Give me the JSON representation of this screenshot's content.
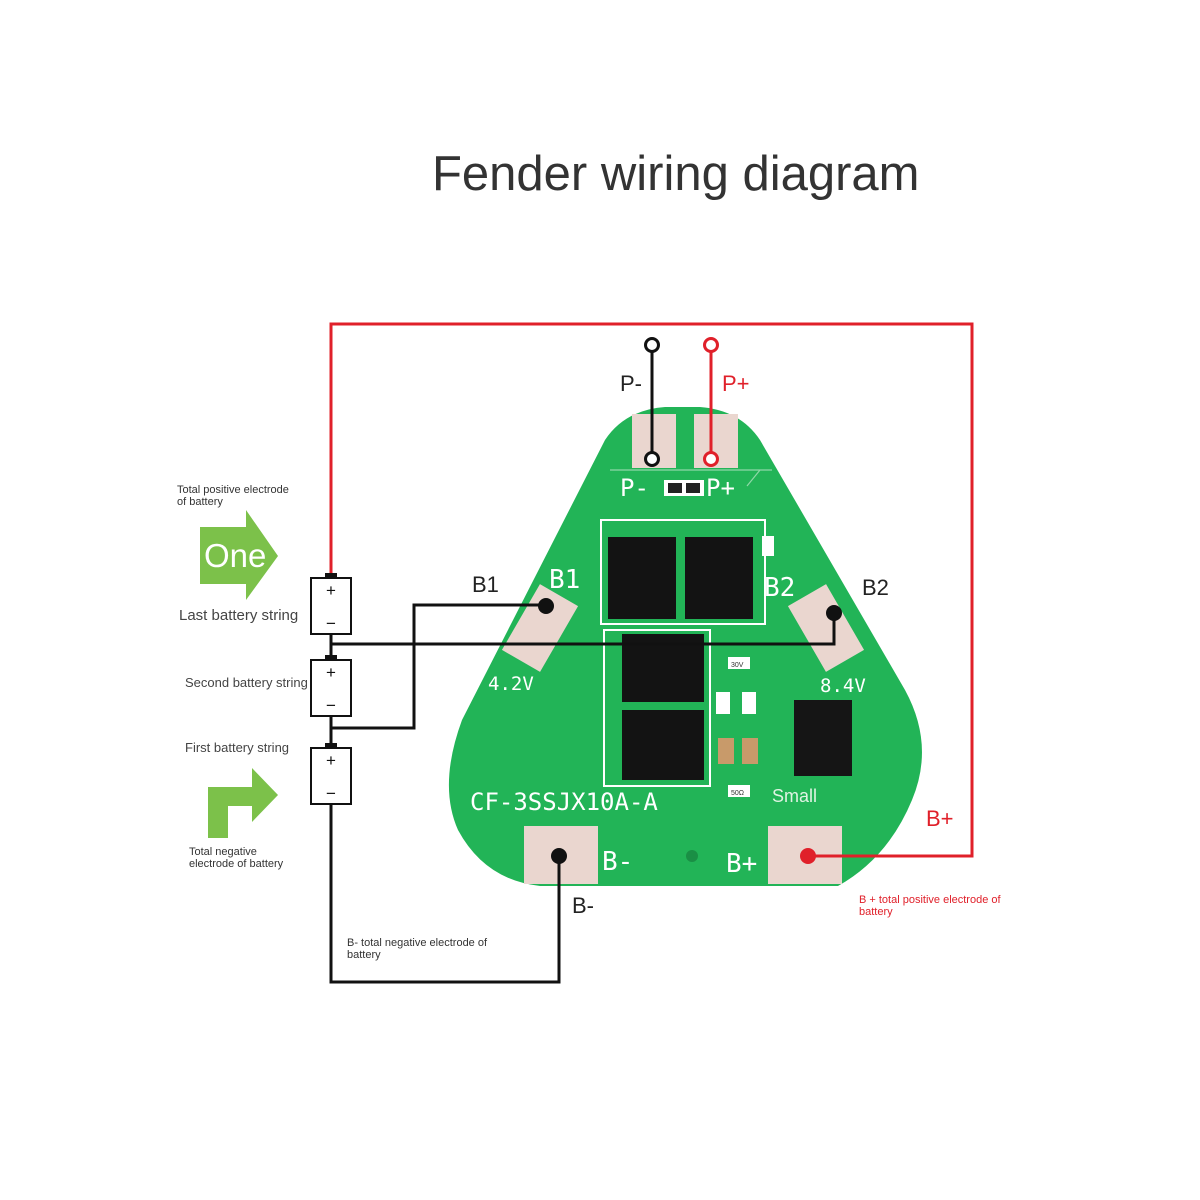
{
  "title": "Fender wiring diagram",
  "colors": {
    "board": "#22b457",
    "wire_positive": "#e0202a",
    "wire_negative": "#111111",
    "arrow": "#7cc14a",
    "pad": "#ead6cf"
  },
  "terminals": {
    "p_minus": "P-",
    "p_plus": "P+",
    "b1": "B1",
    "b2": "B2",
    "b_minus": "B-",
    "b_plus": "B+"
  },
  "board": {
    "model": "CF-3SSJX10A-A",
    "silk_p": "P-",
    "silk_p_plus": "P+",
    "silk_b1": "B1",
    "silk_b2": "B2",
    "silk_b_minus": "B-",
    "silk_b_plus": "B+",
    "voltage_cell": "4.2V",
    "voltage_pack": "8.4V",
    "size_tag": "Small",
    "resistor_1": "30V",
    "resistor_2": "50Ω"
  },
  "battery": {
    "plus_sign": "+",
    "minus_sign": "−",
    "total_positive": "Total positive electrode of battery",
    "arrow_word": "One",
    "last_string": "Last battery string",
    "second_string": "Second battery string",
    "first_string": "First battery string",
    "total_negative": "Total negative electrode of battery"
  },
  "annotations": {
    "b_minus_note": "B- total negative electrode of battery",
    "b_plus_note": "B + total positive electrode of battery"
  }
}
